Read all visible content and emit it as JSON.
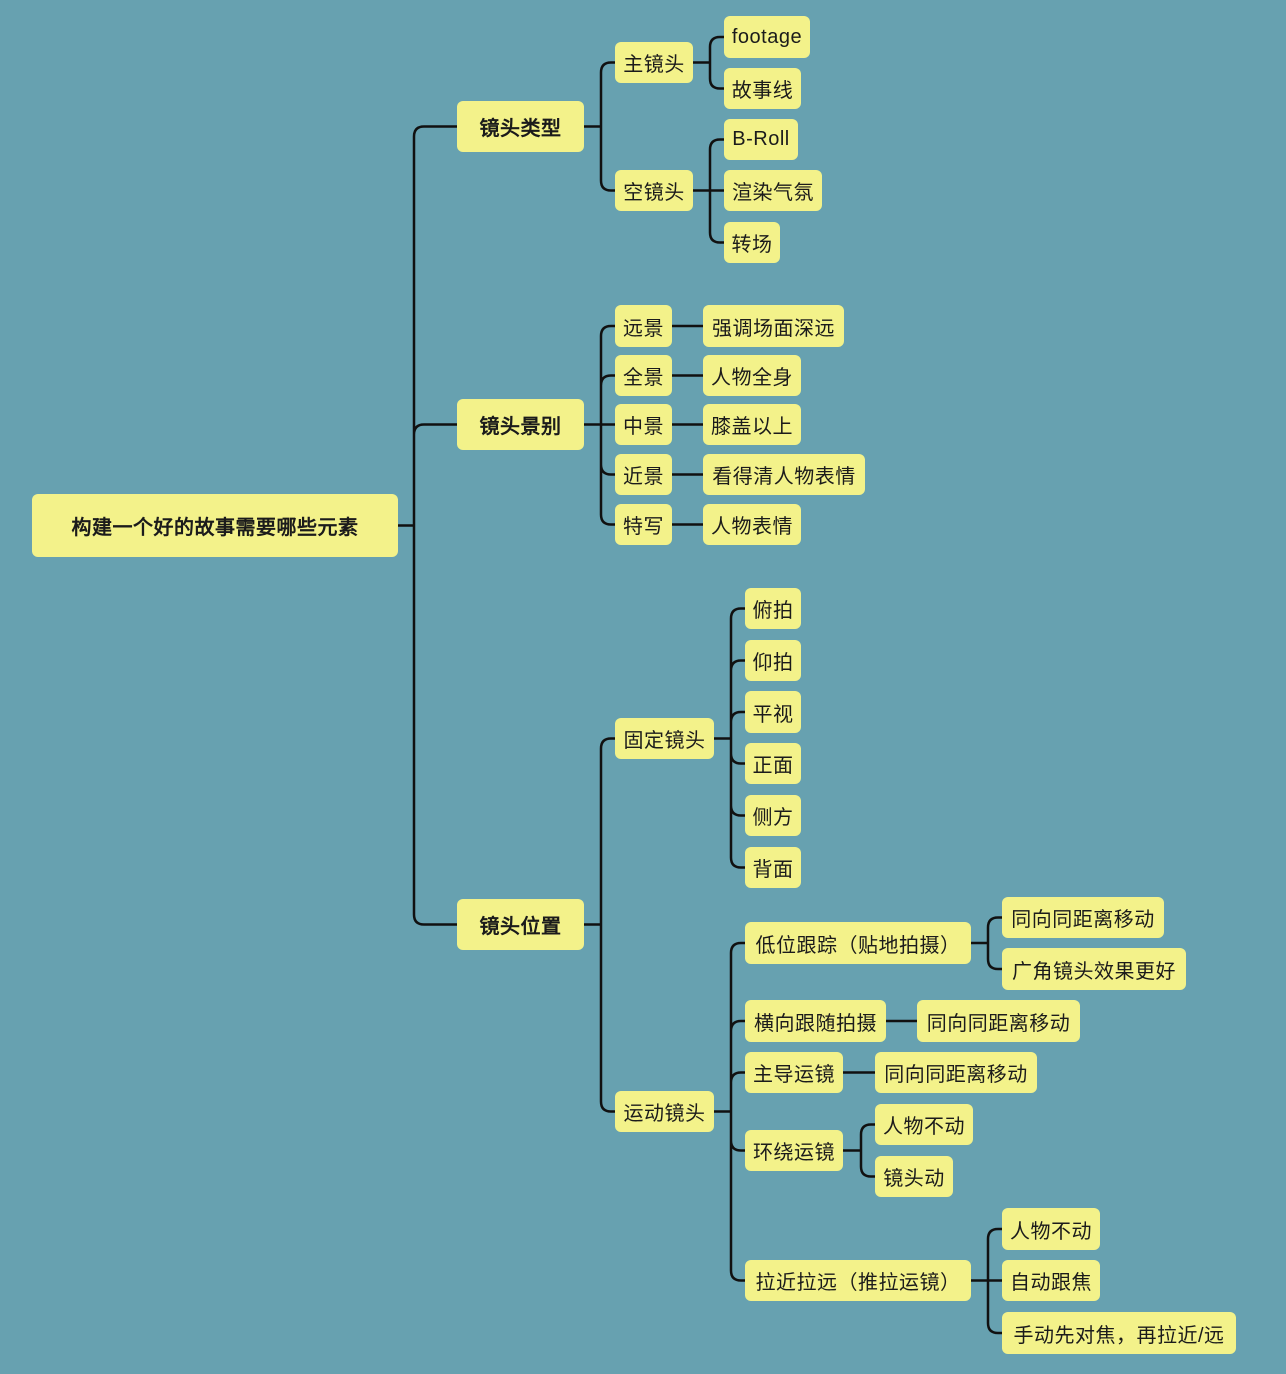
{
  "mindmap": {
    "root": "构建一个好的故事需要哪些元素",
    "branches": [
      {
        "label": "镜头类型",
        "children": [
          {
            "label": "主镜头",
            "children": [
              "footage",
              "故事线"
            ]
          },
          {
            "label": "空镜头",
            "children": [
              "B-Roll",
              "渲染气氛",
              "转场"
            ]
          }
        ]
      },
      {
        "label": "镜头景别",
        "children": [
          {
            "label": "远景",
            "children": [
              "强调场面深远"
            ]
          },
          {
            "label": "全景",
            "children": [
              "人物全身"
            ]
          },
          {
            "label": "中景",
            "children": [
              "膝盖以上"
            ]
          },
          {
            "label": "近景",
            "children": [
              "看得清人物表情"
            ]
          },
          {
            "label": "特写",
            "children": [
              "人物表情"
            ]
          }
        ]
      },
      {
        "label": "镜头位置",
        "children": [
          {
            "label": "固定镜头",
            "children": [
              "俯拍",
              "仰拍",
              "平视",
              "正面",
              "侧方",
              "背面"
            ]
          },
          {
            "label": "运动镜头",
            "children": [
              {
                "label": "低位跟踪（贴地拍摄）",
                "children": [
                  "同向同距离移动",
                  "广角镜头效果更好"
                ]
              },
              {
                "label": "横向跟随拍摄",
                "children": [
                  "同向同距离移动"
                ]
              },
              {
                "label": "主导运镜",
                "children": [
                  "同向同距离移动"
                ]
              },
              {
                "label": "环绕运镜",
                "children": [
                  "人物不动",
                  "镜头动"
                ]
              },
              {
                "label": "拉近拉远（推拉运镜）",
                "children": [
                  "人物不动",
                  "自动跟焦",
                  "手动先对焦，再拉近/远"
                ]
              }
            ]
          }
        ]
      }
    ]
  }
}
